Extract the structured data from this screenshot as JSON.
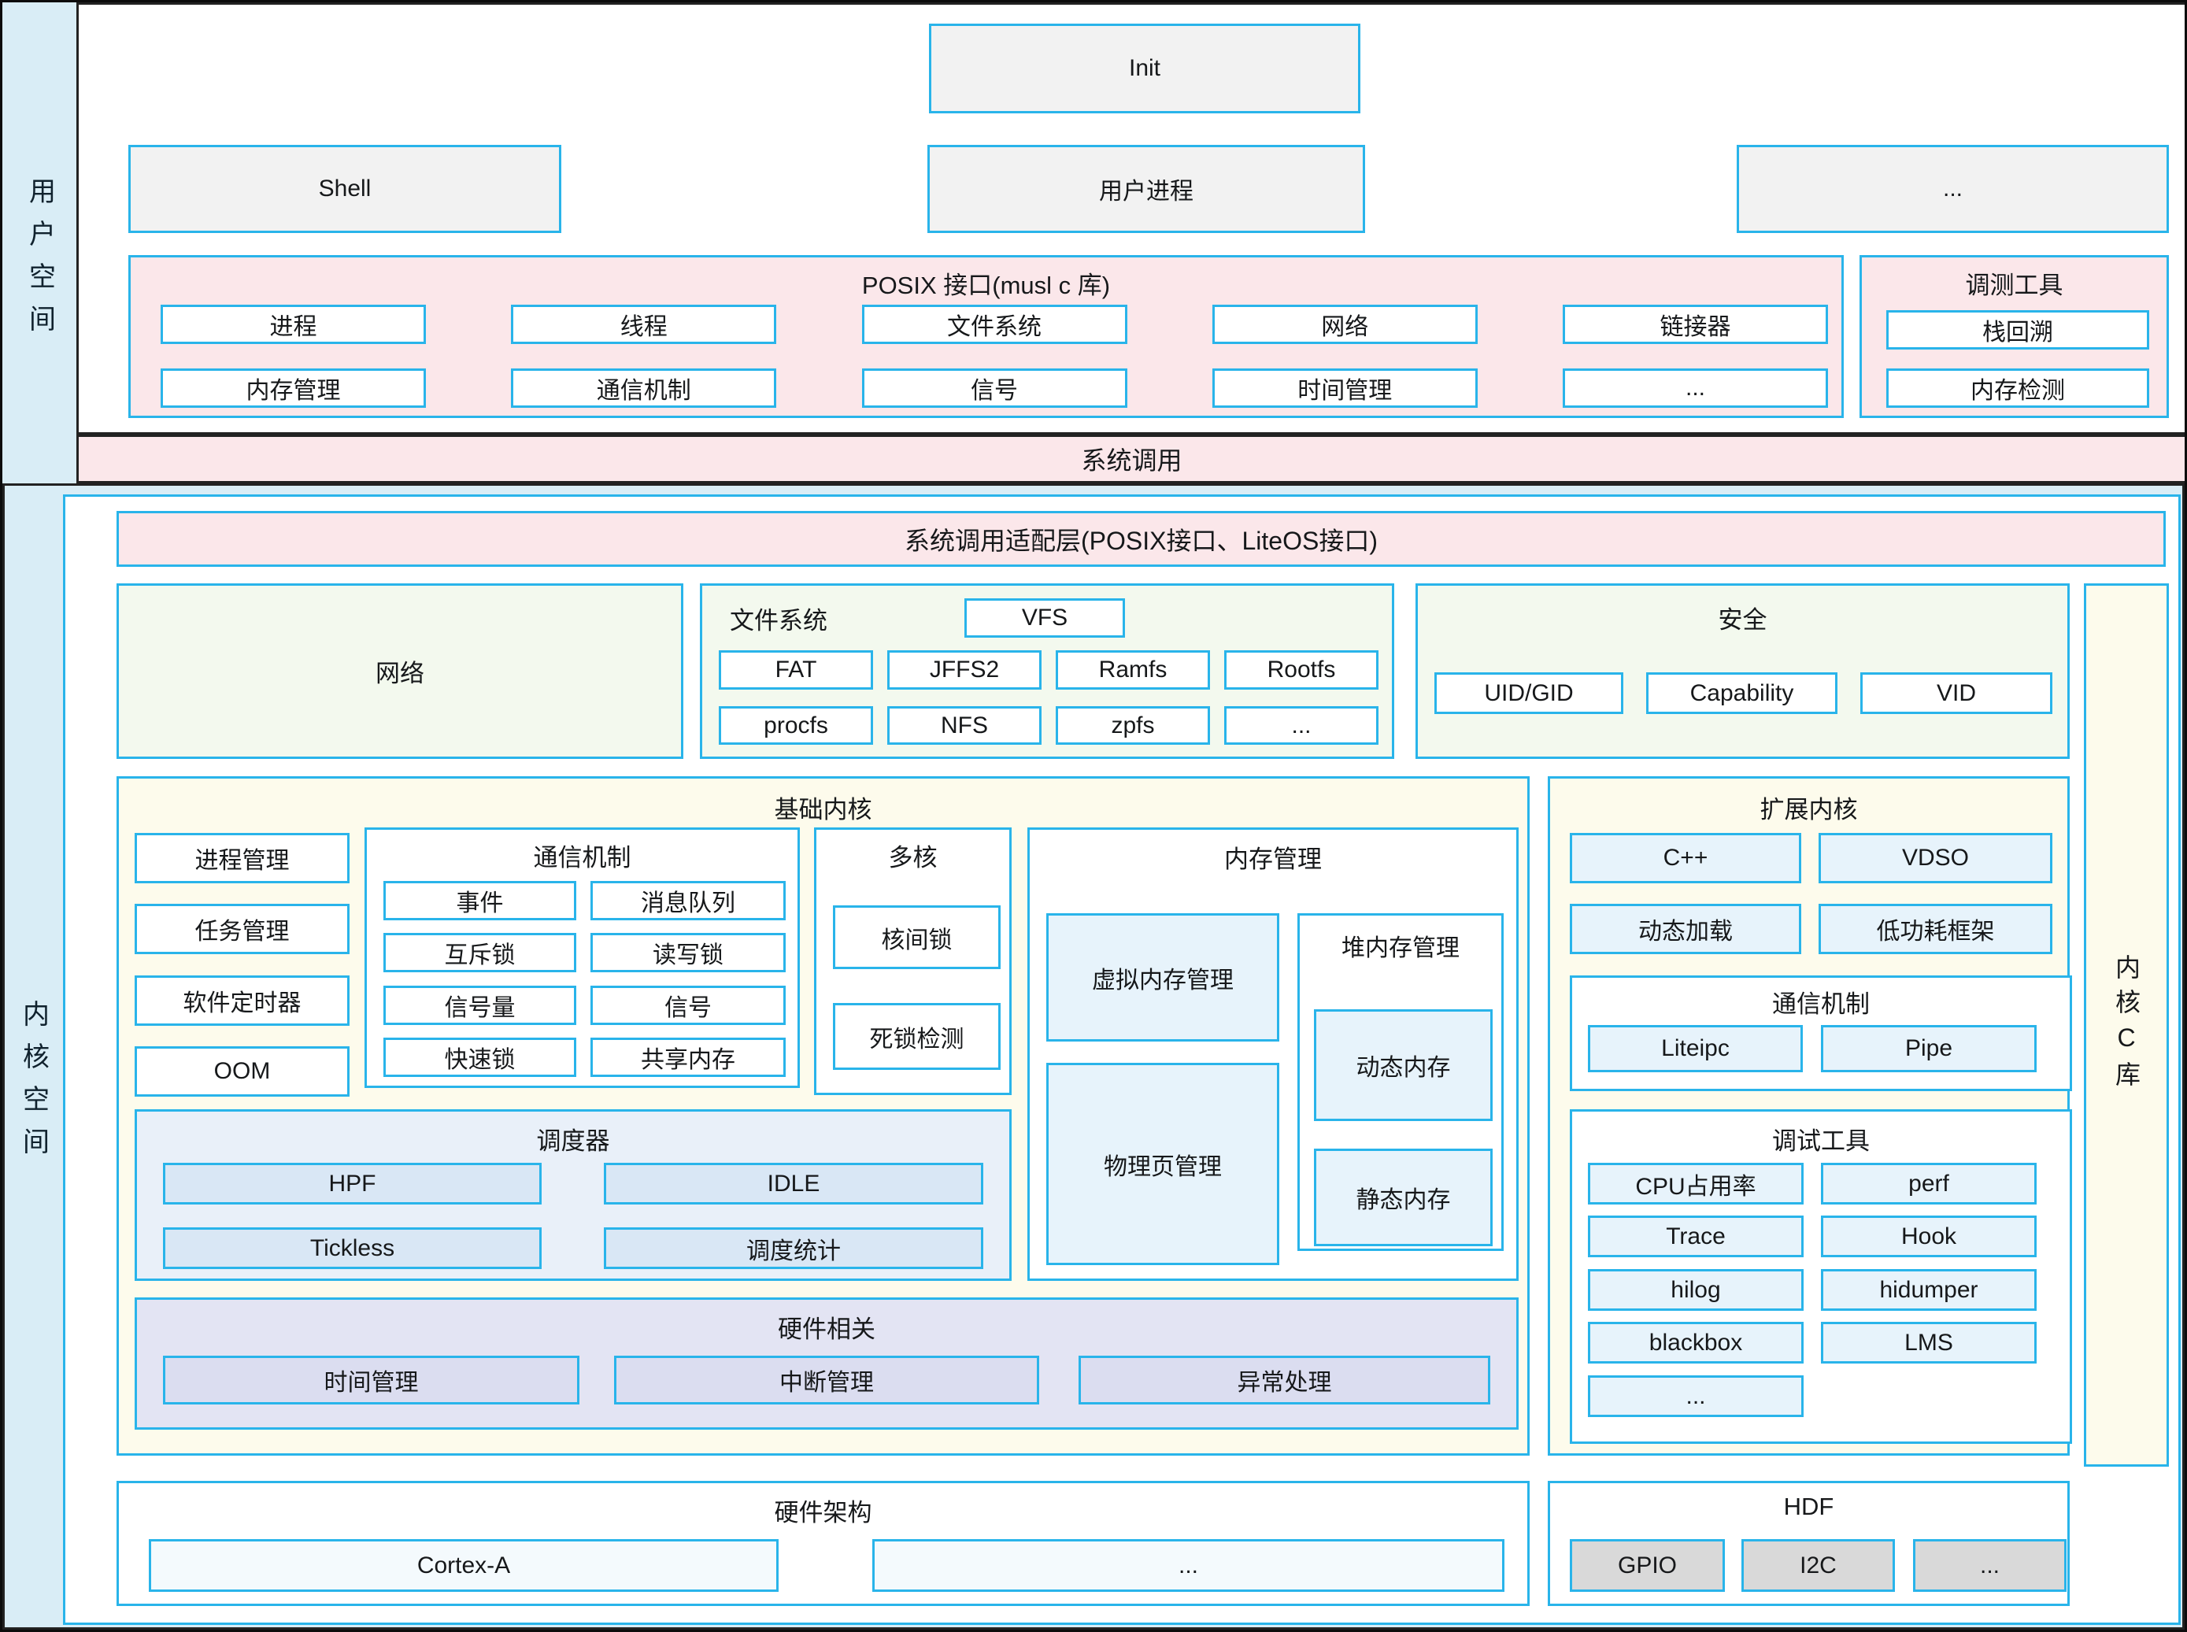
{
  "colors": {
    "accent_border": "#29b4ea",
    "pink_fill": "#fbe7ea",
    "green_fill": "#f3f9ee",
    "yellow_fill": "#fdfbec",
    "gray_fill": "#f2f2f2",
    "scheduler_fill": "#e9f0f9",
    "hardware_fill": "#e3e4f3",
    "lightblue_fill": "#e7f3fb",
    "hdf_item_fill": "#d9d9d9",
    "background": "#d9edf6"
  },
  "labels": {
    "user_space": "用户空间",
    "kernel_space": "内核空间"
  },
  "user_space": {
    "init": "Init",
    "shell": "Shell",
    "user_process": "用户进程",
    "more": "...",
    "posix": {
      "title": "POSIX 接口(musl c 库)",
      "row1": [
        "进程",
        "线程",
        "文件系统",
        "网络",
        "链接器"
      ],
      "row2": [
        "内存管理",
        "通信机制",
        "信号",
        "时间管理",
        "..."
      ]
    },
    "debug_tools": {
      "title": "调测工具",
      "items": [
        "栈回溯",
        "内存检测"
      ]
    },
    "syscall": "系统调用"
  },
  "kernel_space": {
    "adapter": "系统调用适配层(POSIX接口、LiteOS接口)",
    "network": "网络",
    "filesystem": {
      "title": "文件系统",
      "vfs": "VFS",
      "row1": [
        "FAT",
        "JFFS2",
        "Ramfs",
        "Rootfs"
      ],
      "row2": [
        "procfs",
        "NFS",
        "zpfs",
        "..."
      ]
    },
    "security": {
      "title": "安全",
      "items": [
        "UID/GID",
        "Capability",
        "VID"
      ]
    },
    "kernel_c_lib": "内核C库",
    "basic_kernel": {
      "title": "基础内核",
      "left_items": [
        "进程管理",
        "任务管理",
        "软件定时器",
        "OOM"
      ],
      "ipc": {
        "title": "通信机制",
        "items": [
          "事件",
          "消息队列",
          "互斥锁",
          "读写锁",
          "信号量",
          "信号",
          "快速锁",
          "共享内存"
        ]
      },
      "multicore": {
        "title": "多核",
        "items": [
          "核间锁",
          "死锁检测"
        ]
      },
      "memory": {
        "title": "内存管理",
        "virtual": "虚拟内存管理",
        "physical": "物理页管理",
        "heap": {
          "title": "堆内存管理",
          "dynamic": "动态内存",
          "static": "静态内存"
        }
      },
      "scheduler": {
        "title": "调度器",
        "items": [
          "HPF",
          "IDLE",
          "Tickless",
          "调度统计"
        ]
      },
      "hardware": {
        "title": "硬件相关",
        "items": [
          "时间管理",
          "中断管理",
          "异常处理"
        ]
      }
    },
    "extended_kernel": {
      "title": "扩展内核",
      "features": [
        "C++",
        "VDSO",
        "动态加载",
        "低功耗框架"
      ],
      "ipc": {
        "title": "通信机制",
        "items": [
          "Liteipc",
          "Pipe"
        ]
      },
      "debug": {
        "title": "调试工具",
        "items": [
          "CPU占用率",
          "perf",
          "Trace",
          "Hook",
          "hilog",
          "hidumper",
          "blackbox",
          "LMS",
          "..."
        ]
      }
    },
    "hw_arch": {
      "title": "硬件架构",
      "items": [
        "Cortex-A",
        "..."
      ]
    },
    "hdf": {
      "title": "HDF",
      "items": [
        "GPIO",
        "I2C",
        "..."
      ]
    }
  }
}
